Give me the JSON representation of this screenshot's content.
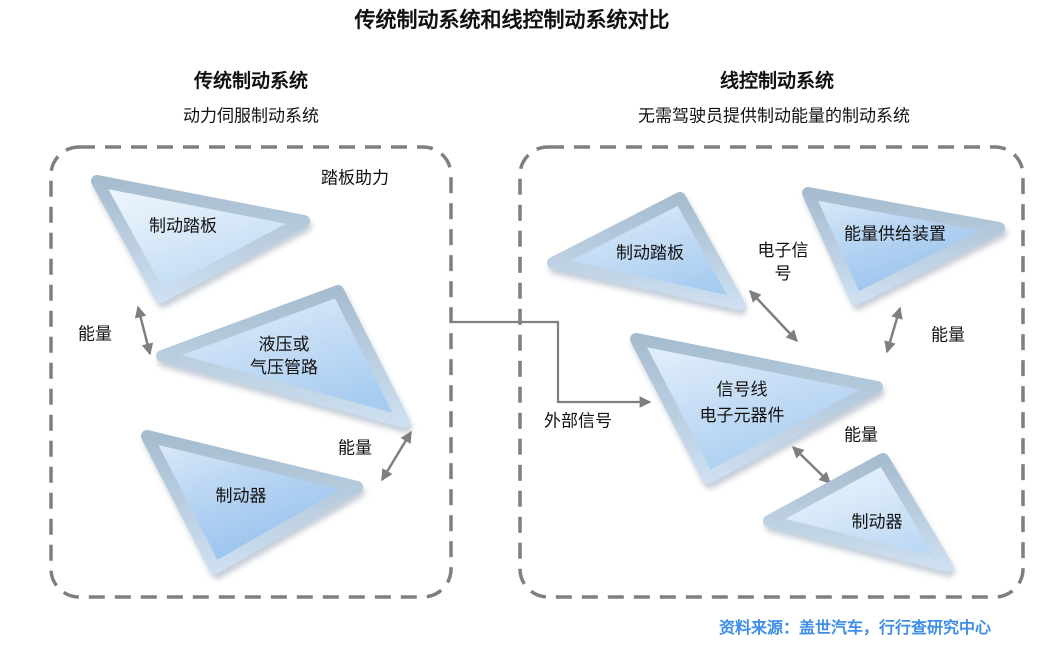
{
  "title": "传统制动系统和线控制动系统对比",
  "source": "资料来源：盖世汽车，行行查研究中心",
  "left_panel": {
    "heading": "传统制动系统",
    "subheading": "动力伺服制动系统",
    "corner_label": "踏板助力",
    "node_pedal": "制动踏板",
    "node_lines_l1": "液压或",
    "node_lines_l2": "气压管路",
    "node_brake": "制动器",
    "energy_top": "能量",
    "energy_bottom": "能量"
  },
  "right_panel": {
    "heading": "线控制动系统",
    "subheading": "无需驾驶员提供制动能量的制动系统",
    "node_pedal": "制动踏板",
    "node_supply": "能量供给装置",
    "node_signal_l1": "信号线",
    "node_signal_l2": "电子元器件",
    "node_brake": "制动器",
    "esignal_l1": "电子信",
    "esignal_l2": "号",
    "energy_top": "能量",
    "energy_bottom": "能量",
    "external_signal": "外部信号"
  },
  "colors": {
    "source_text": "#3e8ee8",
    "line_gray": "#7f7f7f",
    "triangle_blue_light": "#d9e9f9",
    "triangle_blue_mid": "#b7d4f2",
    "triangle_blue_deep": "#9ac4ee"
  }
}
